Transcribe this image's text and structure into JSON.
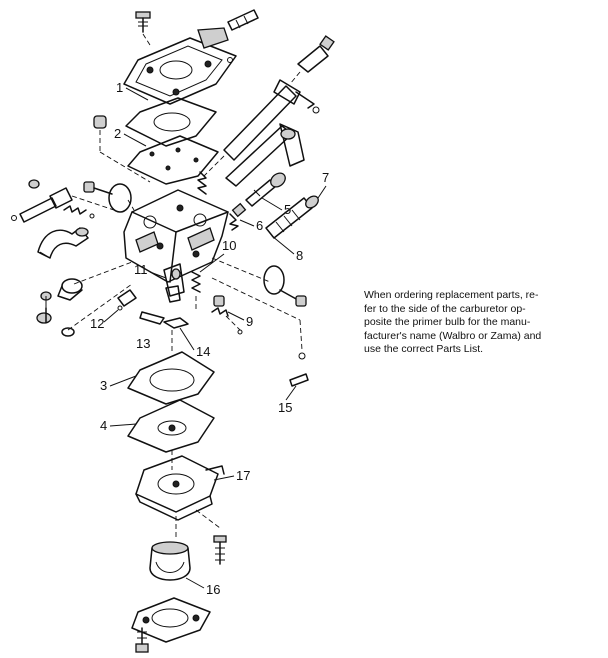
{
  "diagram": {
    "note_lines": [
      "When ordering replacement parts, re-",
      "fer to the side of the carburetor op-",
      "posite the primer bulb for the manu-",
      "facturer's name (Walbro or Zama) and",
      "use the correct Parts List."
    ],
    "callouts": [
      "1",
      "2",
      "3",
      "4",
      "5",
      "6",
      "7",
      "8",
      "9",
      "10",
      "11",
      "12",
      "13",
      "14",
      "15",
      "16",
      "17"
    ]
  }
}
